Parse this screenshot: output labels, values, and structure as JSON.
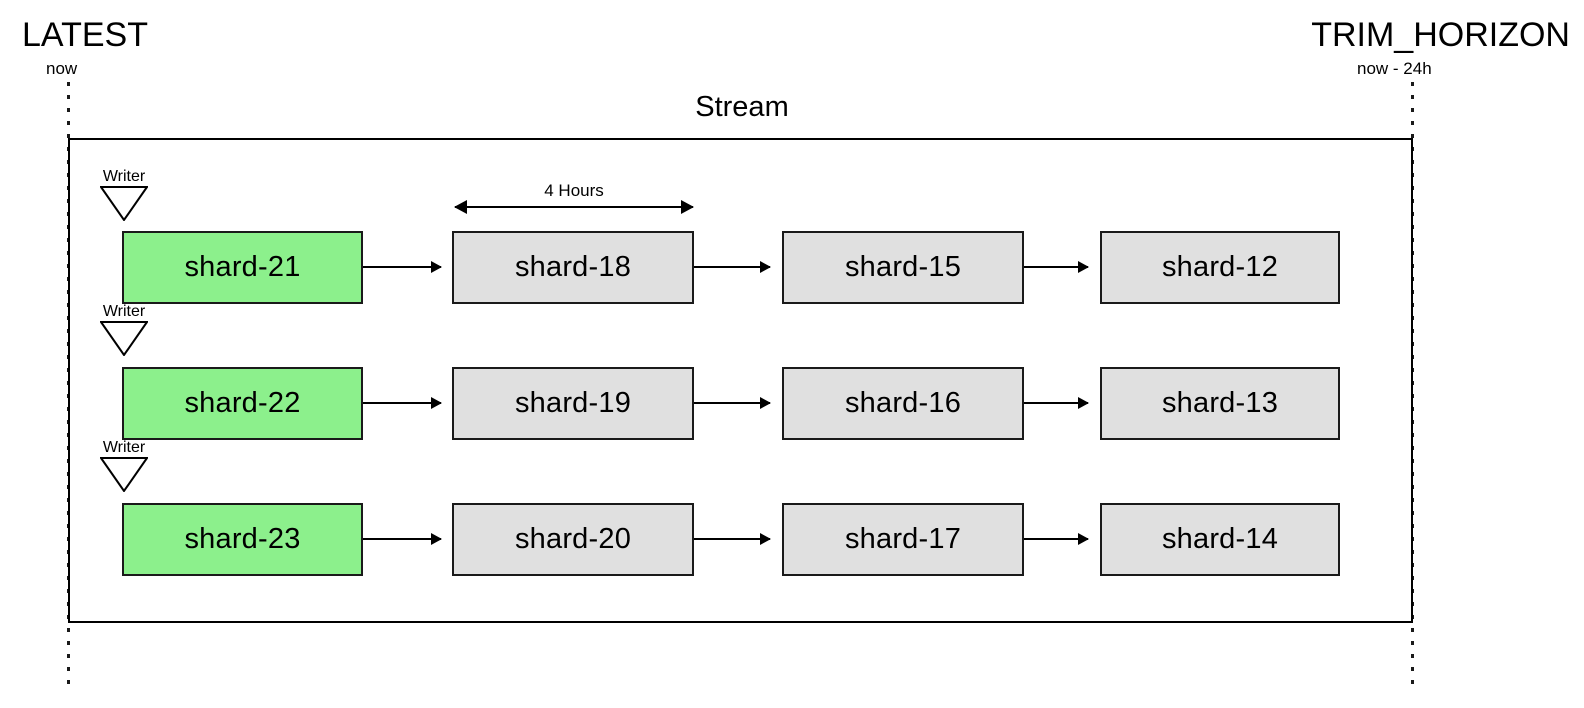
{
  "diagram": {
    "title": "Stream",
    "endpoints": [
      {
        "name": "latest",
        "title": "LATEST",
        "subtitle": "now"
      },
      {
        "name": "trim-horizon",
        "title": "TRIM_HORIZON",
        "subtitle": "now - 24h"
      }
    ],
    "measurement": {
      "label": "4 Hours"
    },
    "writer_label": "Writer",
    "colors": {
      "active_shard": "#8CF08C",
      "closed_shard": "#E0E0E0",
      "border": "#1a1a1a",
      "background": "#ffffff"
    },
    "rows": [
      {
        "name": "row-1",
        "shards": [
          {
            "label": "shard-21",
            "state": "active"
          },
          {
            "label": "shard-18",
            "state": "closed"
          },
          {
            "label": "shard-15",
            "state": "closed"
          },
          {
            "label": "shard-12",
            "state": "closed"
          }
        ]
      },
      {
        "name": "row-2",
        "shards": [
          {
            "label": "shard-22",
            "state": "active"
          },
          {
            "label": "shard-19",
            "state": "closed"
          },
          {
            "label": "shard-16",
            "state": "closed"
          },
          {
            "label": "shard-13",
            "state": "closed"
          }
        ]
      },
      {
        "name": "row-3",
        "shards": [
          {
            "label": "shard-23",
            "state": "active"
          },
          {
            "label": "shard-20",
            "state": "closed"
          },
          {
            "label": "shard-17",
            "state": "closed"
          },
          {
            "label": "shard-14",
            "state": "closed"
          }
        ]
      }
    ]
  }
}
